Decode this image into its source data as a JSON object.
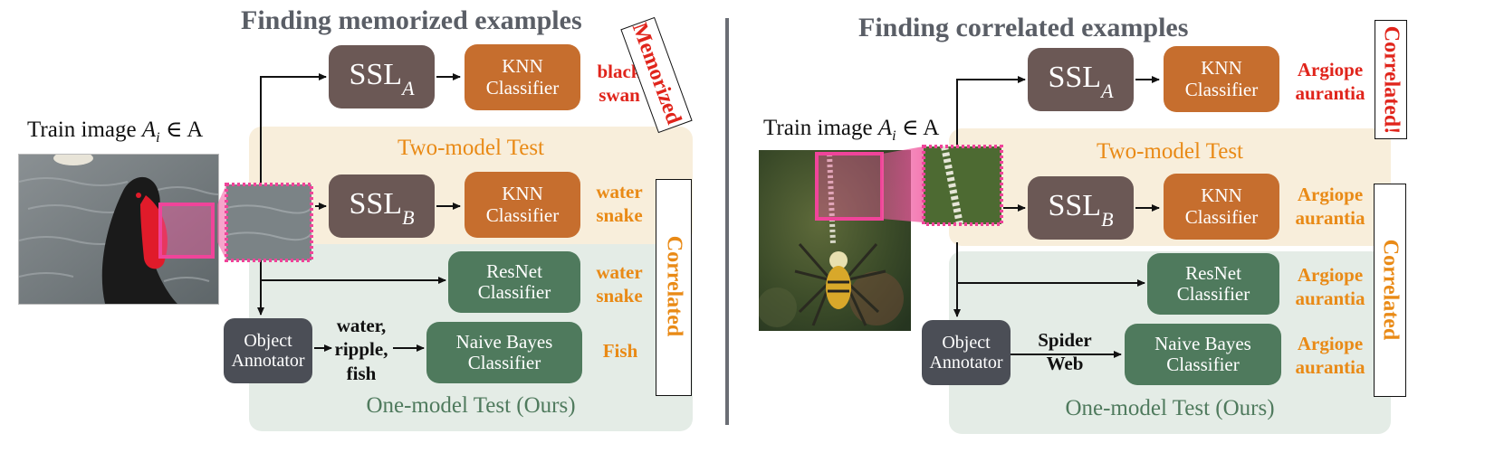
{
  "left": {
    "title": "Finding memorized examples",
    "train_label": "Train image",
    "train_math_a": "A",
    "train_math_i": "i",
    "train_math_rest": " ∈ A",
    "ssl_a": {
      "base": "SSL",
      "sub": "A"
    },
    "ssl_b": {
      "base": "SSL",
      "sub": "B"
    },
    "knn_a": [
      "KNN",
      "Classifier"
    ],
    "knn_b": [
      "KNN",
      "Classifier"
    ],
    "resnet": [
      "ResNet",
      "Classifier"
    ],
    "bayes": [
      "Naive Bayes",
      "Classifier"
    ],
    "annotator": [
      "Object",
      "Annotator"
    ],
    "tags": [
      "water,",
      "ripple,",
      "fish"
    ],
    "result_a": [
      "black",
      "swan"
    ],
    "result_b": [
      "water",
      "snake"
    ],
    "result_resnet": [
      "water",
      "snake"
    ],
    "result_bayes": [
      "Fish"
    ],
    "two_model_label": "Two-model Test",
    "one_model_label": "One-model Test (Ours)",
    "flag_top": "Memorized",
    "flag_side": "Correlated"
  },
  "right": {
    "title": "Finding correlated examples",
    "train_label": "Train image",
    "train_math_a": "A",
    "train_math_i": "i",
    "train_math_rest": " ∈ A",
    "ssl_a": {
      "base": "SSL",
      "sub": "A"
    },
    "ssl_b": {
      "base": "SSL",
      "sub": "B"
    },
    "knn_a": [
      "KNN",
      "Classifier"
    ],
    "knn_b": [
      "KNN",
      "Classifier"
    ],
    "resnet": [
      "ResNet",
      "Classifier"
    ],
    "bayes": [
      "Naive Bayes",
      "Classifier"
    ],
    "annotator": [
      "Object",
      "Annotator"
    ],
    "tags": [
      "Spider",
      "Web"
    ],
    "result_a": [
      "Argiope",
      "aurantia"
    ],
    "result_b": [
      "Argiope",
      "aurantia"
    ],
    "result_resnet": [
      "Argiope",
      "aurantia"
    ],
    "result_bayes": [
      "Argiope",
      "aurantia"
    ],
    "two_model_label": "Two-model Test",
    "one_model_label": "One-model Test (Ours)",
    "flag_top": "Correlated!",
    "flag_side": "Correlated"
  },
  "colors": {
    "red": "#e0241b",
    "orange": "#e98a16",
    "ssl": "#6b5855",
    "knn": "#c66e2e",
    "green_box": "#4f7a5d",
    "annotator": "#4b4e56",
    "panel_tan": "#f8eedb",
    "panel_green": "#e4ece6",
    "crop_pink": "#f05aa0"
  },
  "icons": [
    "black-swan-photo",
    "spider-photo",
    "crop-highlight"
  ]
}
